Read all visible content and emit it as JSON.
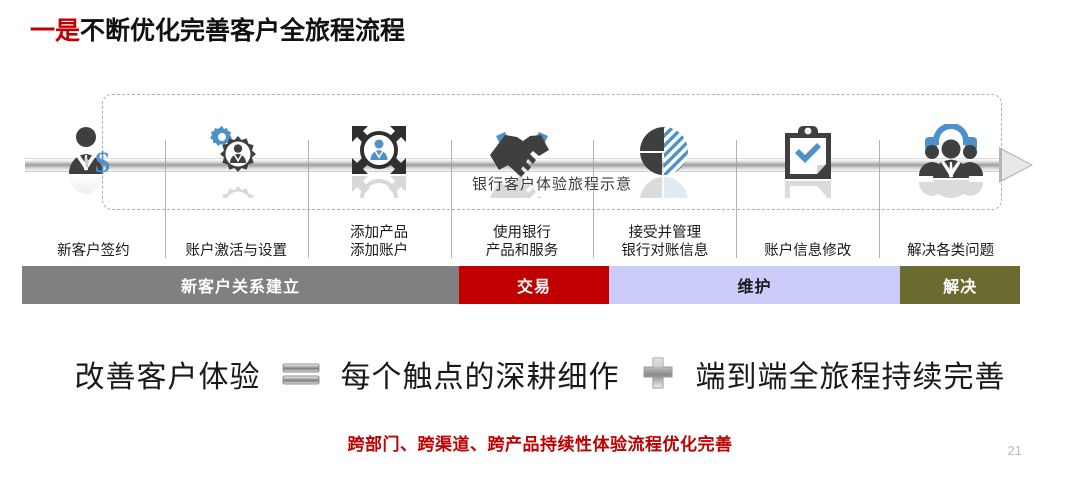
{
  "slide": {
    "title_accent": "一是",
    "title_rest": "不断优化完善客户全旅程流程",
    "page_number": "21",
    "footer_text": "跨部门、跨渠道、跨产品持续性体验流程优化完善"
  },
  "journey": {
    "caption": "银行客户体验旅程示意",
    "steps": [
      {
        "icon": "businessman-dollar-icon",
        "label": "新客户签约"
      },
      {
        "icon": "gears-person-icon",
        "label": "账户激活与设置"
      },
      {
        "icon": "person-target-expand-icon",
        "label": "添加产品\n添加账户"
      },
      {
        "icon": "handshake-icon",
        "label": "使用银行\n产品和服务"
      },
      {
        "icon": "pie-chart-icon",
        "label": "接受并管理\n银行对账信息"
      },
      {
        "icon": "clipboard-check-icon",
        "label": "账户信息修改"
      },
      {
        "icon": "team-headset-icon",
        "label": "解决各类问题"
      }
    ]
  },
  "phases": [
    {
      "label": "新客户关系建立",
      "color": "#808080",
      "text_color": "#ffffff",
      "width_pct": 43.8
    },
    {
      "label": "交易",
      "color": "#C00000",
      "text_color": "#ffffff",
      "width_pct": 15.0
    },
    {
      "label": "维护",
      "color": "#CCCCFA",
      "text_color": "#1a1a1a",
      "width_pct": 29.2
    },
    {
      "label": "解决",
      "color": "#6B6B2F",
      "text_color": "#ffffff",
      "width_pct": 12.0
    }
  ],
  "equation": {
    "term1": "改善客户体验",
    "operator1": "equals-3d-glyph",
    "term2": "每个触点的深耕细作",
    "operator2": "plus-3d-glyph",
    "term3": "端到端全旅程持续完善"
  },
  "colors": {
    "accent_red": "#C00000",
    "phase_gray": "#808080",
    "phase_lavender": "#CCCCFA",
    "phase_olive": "#6B6B2F",
    "icon_dark": "#3F3F3F",
    "icon_blue": "#4E90C8"
  }
}
